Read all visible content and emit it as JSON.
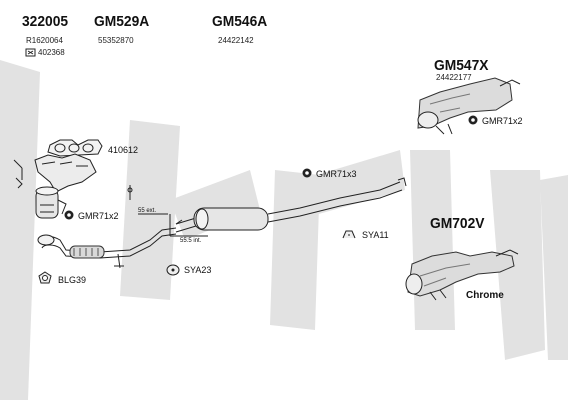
{
  "watermark": {
    "text": "klarius",
    "color": "#dcdcdc"
  },
  "parts": {
    "p322005": {
      "number": "322005",
      "ref": "R1620064",
      "sub_code": "402368"
    },
    "p529": {
      "number": "GM529A",
      "ref": "55352870"
    },
    "p546": {
      "number": "GM546A",
      "ref": "24422142"
    },
    "p547": {
      "number": "GM547X",
      "ref": "24422177"
    },
    "p702": {
      "number": "GM702V",
      "note": "Chrome"
    },
    "gasket": {
      "number": "410612"
    },
    "gmr_rear": {
      "label": "GMR71x2"
    },
    "gmr_mid": {
      "label": "GMR71x3"
    },
    "gmr_front": {
      "label": "GMR71x2"
    },
    "sya11": {
      "label": "SYA11"
    },
    "sya23": {
      "label": "SYA23"
    },
    "blg39": {
      "label": "BLG39"
    }
  },
  "dimensions": {
    "d1": "55 ext.",
    "d2": "55.5 int."
  },
  "colors": {
    "line": "#222222",
    "part_fill": "#e8e8e8",
    "part_dark": "#555555"
  }
}
